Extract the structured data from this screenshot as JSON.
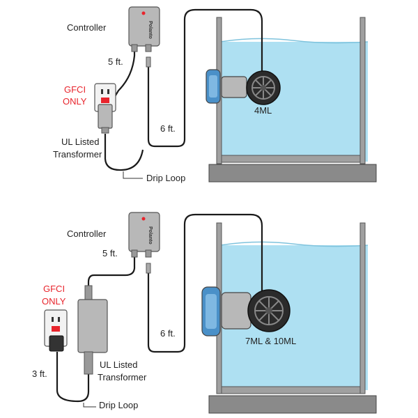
{
  "top": {
    "controller_label": "Controller",
    "brand_text": "Polanto",
    "len_controller_cable": "5 ft.",
    "len_pump_cable": "6 ft.",
    "gfci_line1": "GFCI",
    "gfci_line2": "ONLY",
    "transformer_line1": "UL Listed",
    "transformer_line2": "Transformer",
    "drip_loop_label": "Drip Loop",
    "pump_model": "4ML"
  },
  "bottom": {
    "controller_label": "Controller",
    "brand_text": "Polanto",
    "len_controller_cable": "5 ft.",
    "len_pump_cable": "6 ft.",
    "len_outlet_cable": "3 ft.",
    "gfci_line1": "GFCI",
    "gfci_line2": "ONLY",
    "transformer_line1": "UL Listed",
    "transformer_line2": "Transformer",
    "drip_loop_label": "Drip Loop",
    "pump_model": "7ML & 10ML"
  },
  "colors": {
    "water": "#aee0f2",
    "tank_wall": "#9a9a9a",
    "tank_base": "#7f7f7f",
    "device_gray": "#b8b8b8",
    "magnet_blue": "#4a90c8",
    "gfci_red": "#e8242c",
    "cable": "#1a1a1a"
  }
}
